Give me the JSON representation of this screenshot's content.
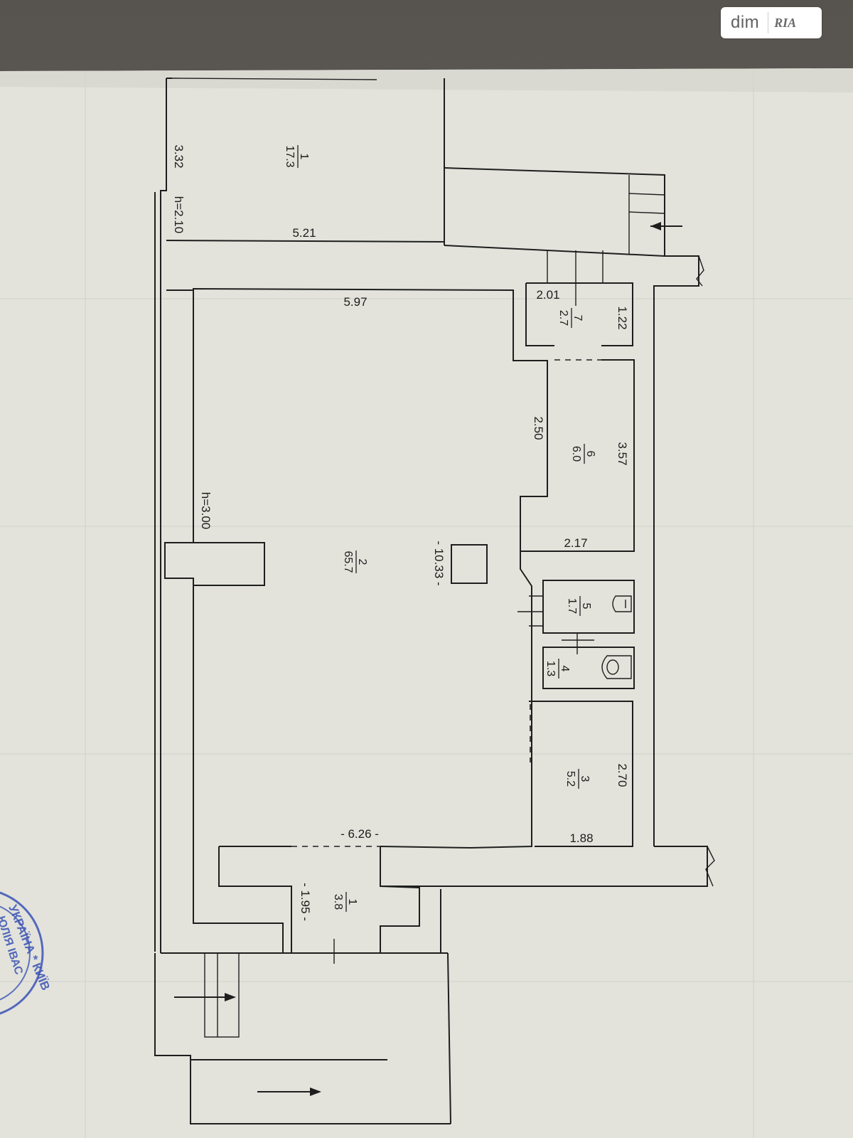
{
  "watermark": {
    "brand_left": "dim",
    "brand_right": "RIA"
  },
  "stamp": {
    "text_line_1": "УКРАЇНА * КИЇВ",
    "text_line_2": "ЮЛІЯ ІВАС"
  },
  "rooms": [
    {
      "number": "1",
      "area": "17.3"
    },
    {
      "number": "2",
      "area": "65.7"
    },
    {
      "number": "7",
      "area": "2.7"
    },
    {
      "number": "6",
      "area": "6.0"
    },
    {
      "number": "5",
      "area": "1.7"
    },
    {
      "number": "4",
      "area": "1.3"
    },
    {
      "number": "3",
      "area": "5.2"
    },
    {
      "number": "1",
      "area": "3.8"
    }
  ],
  "dimensions": {
    "d_3_32": "3.32",
    "d_h_2_10": "h=2.10",
    "d_5_21": "5.21",
    "d_5_97": "5.97",
    "d_2_01": "2.01",
    "d_1_22": "1.22",
    "d_2_50": "2.50",
    "d_3_57": "3.57",
    "d_h_3_00": "h=3.00",
    "d_10_33": "- 10.33 -",
    "d_2_17": "2.17",
    "d_2_70": "2.70",
    "d_1_88": "1.88",
    "d_6_26": "- 6.26 -",
    "d_1_95": "- 1.95 -"
  },
  "colors": {
    "paper": "#e3e3dc",
    "line": "#1e1e1e",
    "stamp": "#3b54b5"
  }
}
